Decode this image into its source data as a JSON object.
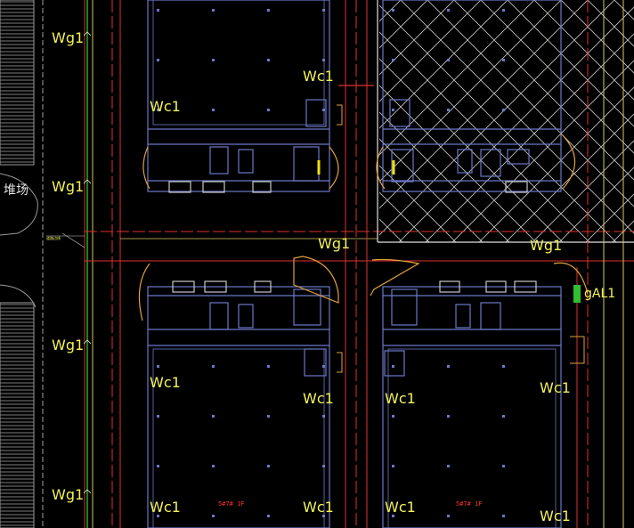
{
  "labels": {
    "wg1": "Wg1",
    "wc1": "Wc1",
    "yard": "堆场",
    "yard_tag": "道路边线",
    "room_code": "gAL1",
    "building_tag": "5#7# 1F"
  },
  "colors": {
    "background": "#000000",
    "building_outline": "#6a78c8",
    "road_line": "#e03030",
    "road_edge": "#d8c860",
    "green_line": "#22c830",
    "label": "#f2f25a",
    "curb": "#e0a040",
    "hatch": "#c8c8c8",
    "highlight": "#f0e010",
    "cell_fill": "#30c030"
  }
}
